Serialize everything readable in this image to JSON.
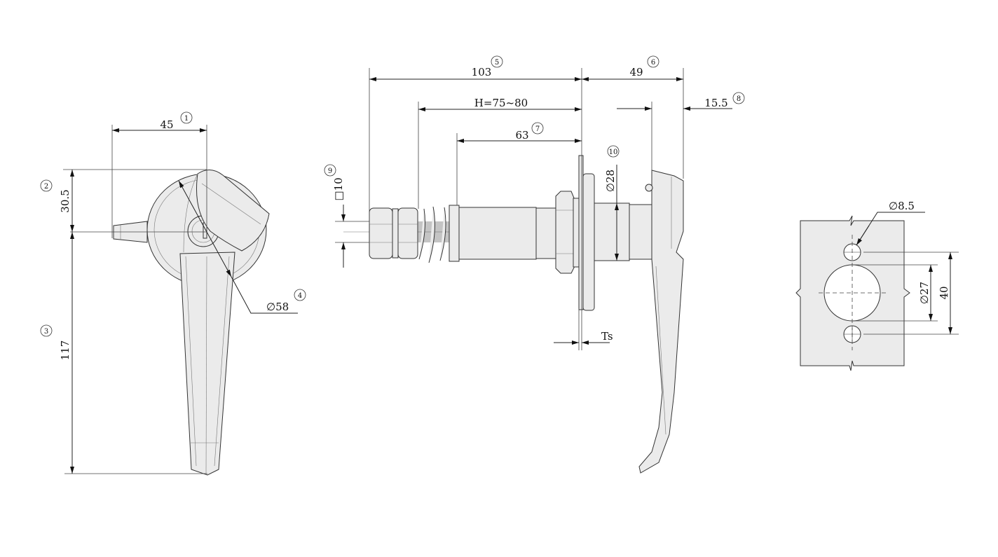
{
  "left_view": {
    "dim_width": "45",
    "callout_width": "1",
    "dim_top": "30.5",
    "callout_top": "2",
    "dim_length": "117",
    "callout_length": "3",
    "dim_diameter": "∅58",
    "callout_diameter": "4"
  },
  "side_view": {
    "dim_total": "103",
    "callout_total": "5",
    "dim_handle_depth": "49",
    "callout_handle_depth": "6",
    "dim_h": "H=75~80",
    "dim_body": "63",
    "callout_body": "7",
    "dim_handle_offset": "15.5",
    "callout_handle_offset": "8",
    "dim_square": "□10",
    "callout_square": "9",
    "dim_shaft": "∅28",
    "callout_shaft": "10",
    "dim_ts": "Ts"
  },
  "cutout_view": {
    "dim_hole": "∅8.5",
    "dim_center_hole": "∅27",
    "dim_spacing": "40"
  }
}
